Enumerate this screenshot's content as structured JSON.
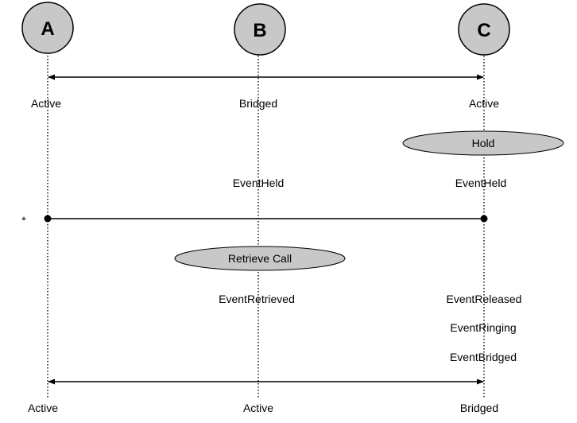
{
  "parties": [
    {
      "id": "A",
      "label": "A"
    },
    {
      "id": "B",
      "label": "B"
    },
    {
      "id": "C",
      "label": "C"
    }
  ],
  "actions": {
    "hold": "Hold",
    "retrieve": "Retrieve Call"
  },
  "states": {
    "a_initial": "Active",
    "b_initial": "Bridged",
    "c_initial": "Active",
    "a_final": "Active",
    "b_final": "Active",
    "c_final": "Bridged"
  },
  "events": {
    "b_held": "EventHeld",
    "c_held": "EventHeld",
    "b_retrieved": "EventRetrieved",
    "c_released": "EventReleased",
    "c_ringing": "EventRinging",
    "c_bridged": "EventBridged"
  },
  "marker": "*"
}
